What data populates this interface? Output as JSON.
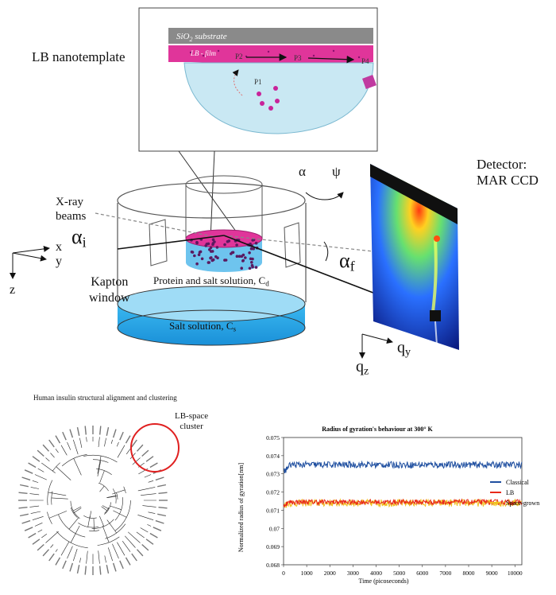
{
  "inset": {
    "substrate_label": "SiO",
    "substrate_sub": "2",
    "substrate_rest": " substrate",
    "film_label": "LB - film",
    "p1": "P1",
    "p2": "P2",
    "p3": "P3",
    "p4": "P4"
  },
  "labels": {
    "lb_nanotemplate": "LB nanotemplate",
    "detector_line1": "Detector:",
    "detector_line2": "MAR CCD",
    "xray_line1": "X-ray",
    "xray_line2": "beams",
    "alpha_i": "α",
    "alpha_i_sub": "i",
    "alpha_f": "α",
    "alpha_f_sub": "f",
    "alpha_rot": "α",
    "psi_rot": "ψ",
    "axis_x": "x",
    "axis_y": "y",
    "axis_z": "z",
    "kapton_line1": "Kapton",
    "kapton_line2": "window",
    "protein_solution": "Protein and salt solution,  C",
    "protein_solution_sub": "d",
    "salt_solution": "Salt solution,  C",
    "salt_solution_sub": "s",
    "qy": "q",
    "qy_sub": "y",
    "qz": "q",
    "qz_sub": "z"
  },
  "tree": {
    "title": "Human insulin structural alignment and clustering",
    "cluster_line1": "LB-space",
    "cluster_line2": "cluster"
  },
  "chart_data": {
    "type": "line",
    "title": "Radius of gyration's behaviour at 300° K",
    "xlabel": "Time (picoseconds)",
    "ylabel": "Normalized radius of gyration[nm]",
    "xlim": [
      0,
      10300
    ],
    "ylim": [
      0.068,
      0.075
    ],
    "xticks": [
      "0",
      "1000",
      "2000",
      "3000",
      "4000",
      "5000",
      "6000",
      "7000",
      "8000",
      "9000",
      "10000"
    ],
    "yticks": [
      "0.068",
      "0.069",
      "0.07",
      "0.071",
      "0.072",
      "0.073",
      "0.074",
      "0.075"
    ],
    "legend_position": "right",
    "series": [
      {
        "name": "Classical",
        "color": "#1f4fa0",
        "base": 0.0735,
        "noise": 0.00018,
        "start": 0.0731
      },
      {
        "name": "LB",
        "color": "#e8281a",
        "base": 0.07145,
        "noise": 0.00014,
        "start": 0.0713
      },
      {
        "name": "Space-grown",
        "color": "#f0c020",
        "base": 0.0714,
        "noise": 0.0002,
        "start": 0.0713
      }
    ]
  }
}
